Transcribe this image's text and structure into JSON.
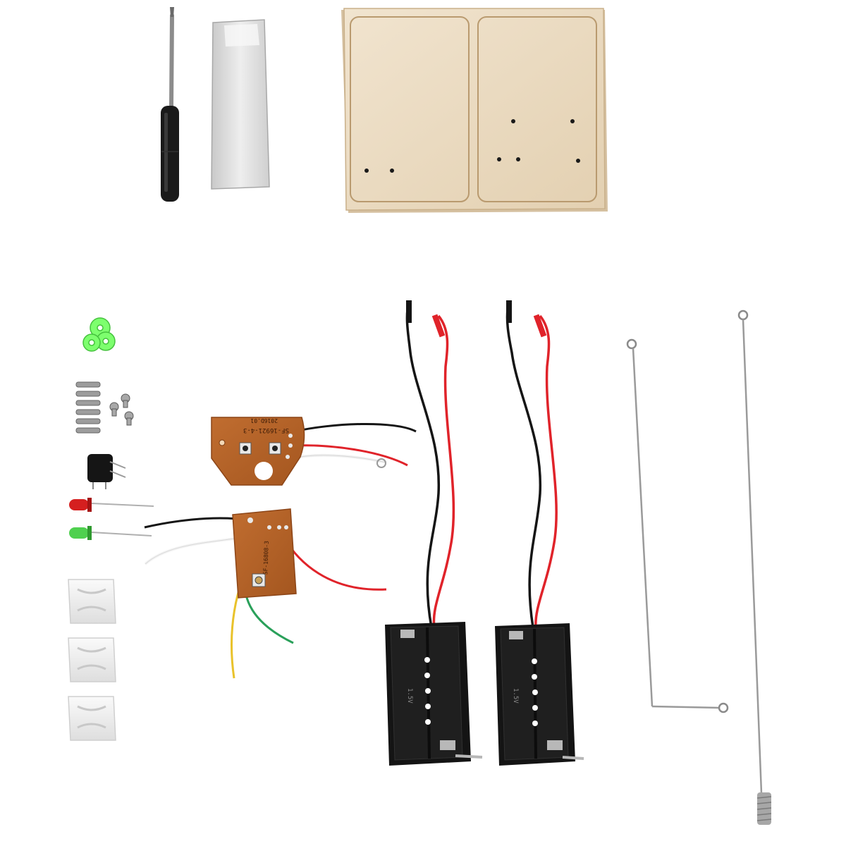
{
  "image": {
    "kind": "product photo",
    "background": "#ffffff"
  },
  "components": [
    {
      "name": "screwdriver",
      "count": 1
    },
    {
      "name": "foam-tape-strip",
      "count": 1
    },
    {
      "name": "plywood-board",
      "count": 1
    },
    {
      "name": "green-nylon-washers",
      "count": 3
    },
    {
      "name": "long-screws",
      "count": 6
    },
    {
      "name": "short-screws",
      "count": 3
    },
    {
      "name": "buzzer",
      "count": 1
    },
    {
      "name": "red-led",
      "count": 1
    },
    {
      "name": "green-led",
      "count": 1
    },
    {
      "name": "white-wire-clips",
      "count": 3
    },
    {
      "name": "transmitter-circuit-board",
      "count": 1
    },
    {
      "name": "receiver-circuit-board",
      "count": 1
    },
    {
      "name": "battery-holder-2xAA",
      "count": 2
    },
    {
      "name": "steel-wire-antenna",
      "count": 2
    }
  ],
  "board_text": {
    "transmitter_code": "SF-16921-4-3",
    "transmitter_date": "2016D.01",
    "receiver_code": "SF-16808-3",
    "battery_voltage": "1.5V"
  },
  "colors": {
    "wood": "#ecdcc3",
    "pcb": "#b5642a",
    "wire_red": "#e0232a",
    "wire_black": "#151515",
    "wire_green": "#2aa05a",
    "wire_yellow": "#e9c22b",
    "led_green": "#4fd04f",
    "led_red": "#d51f1f",
    "washer": "#7dff6e",
    "steel": "#9a9a9a"
  }
}
